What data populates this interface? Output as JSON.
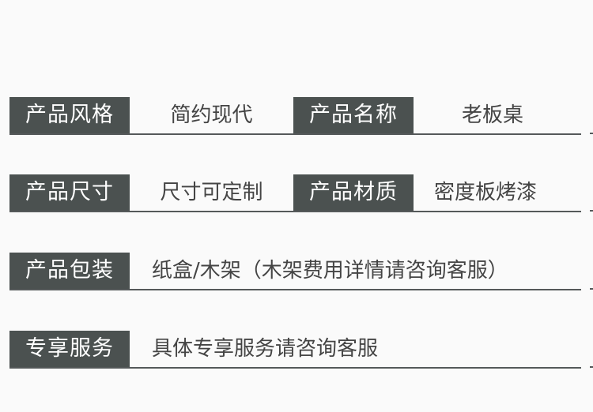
{
  "rows": [
    {
      "label": "产品风格",
      "value": "简约现代",
      "label2": "产品名称",
      "value2": "老板桌"
    },
    {
      "label": "产品尺寸",
      "value": "尺寸可定制",
      "label2": "产品材质",
      "value2": "密度板烤漆"
    },
    {
      "label": "产品包装",
      "value": "纸盒/木架（木架费用详情请咨询客服）"
    },
    {
      "label": "专享服务",
      "value": "具体专享服务请咨询客服"
    }
  ]
}
